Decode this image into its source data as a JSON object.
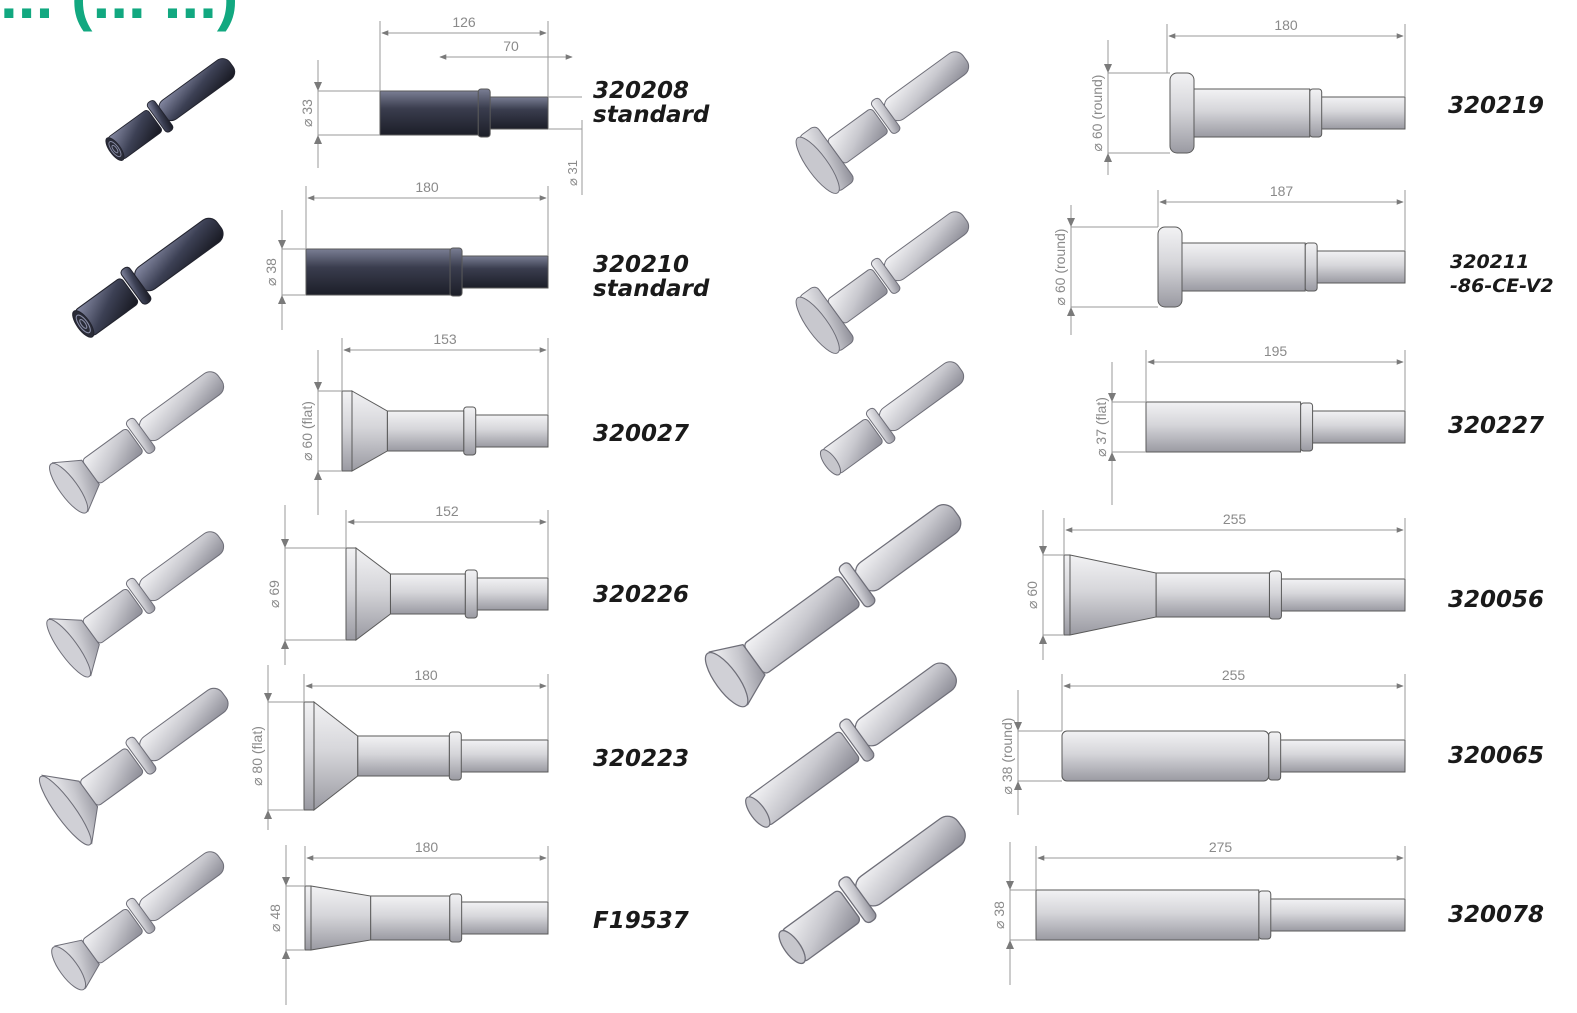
{
  "title": "... (... ...)",
  "colors": {
    "title": "#12a880",
    "dark_steel": "#3a3d4e",
    "light_steel": "#d4d4d8",
    "dim_text": "#8a8a8a",
    "code_text": "#1a1a1a"
  },
  "tools": [
    {
      "code_lines": [
        "320208",
        "standard"
      ],
      "length": "126",
      "secondary_length": "70",
      "diameter": "⌀ 33",
      "diameter2": "⌀ 31",
      "finish": "dark",
      "head": "flat"
    },
    {
      "code_lines": [
        "320210",
        "standard"
      ],
      "length": "180",
      "diameter": "⌀ 38",
      "finish": "dark",
      "head": "flat"
    },
    {
      "code_lines": [
        "320027"
      ],
      "length": "153",
      "diameter": "⌀ 60 (flat)",
      "finish": "light",
      "head": "flare"
    },
    {
      "code_lines": [
        "320226"
      ],
      "length": "152",
      "diameter": "⌀ 69",
      "finish": "light",
      "head": "flare"
    },
    {
      "code_lines": [
        "320223"
      ],
      "length": "180",
      "diameter": "⌀ 80 (flat)",
      "finish": "light",
      "head": "flare"
    },
    {
      "code_lines": [
        "F19537"
      ],
      "length": "180",
      "diameter": "⌀ 48",
      "finish": "light",
      "head": "taper"
    },
    {
      "code_lines": [
        "320219"
      ],
      "length": "180",
      "diameter": "⌀ 60 (round)",
      "finish": "light",
      "head": "cap"
    },
    {
      "code_lines": [
        "320211",
        "-86-CE-V2"
      ],
      "length": "187",
      "diameter": "⌀ 60 (round)",
      "finish": "light",
      "head": "cap"
    },
    {
      "code_lines": [
        "320227"
      ],
      "length": "195",
      "diameter": "⌀ 37 (flat)",
      "finish": "light",
      "head": "flat"
    },
    {
      "code_lines": [
        "320056"
      ],
      "length": "255",
      "diameter": "⌀ 60",
      "finish": "light",
      "head": "taper"
    },
    {
      "code_lines": [
        "320065"
      ],
      "length": "255",
      "diameter": "⌀ 38 (round)",
      "finish": "light",
      "head": "round"
    },
    {
      "code_lines": [
        "320078"
      ],
      "length": "275",
      "diameter": "⌀ 38",
      "finish": "light",
      "head": "flat"
    }
  ]
}
